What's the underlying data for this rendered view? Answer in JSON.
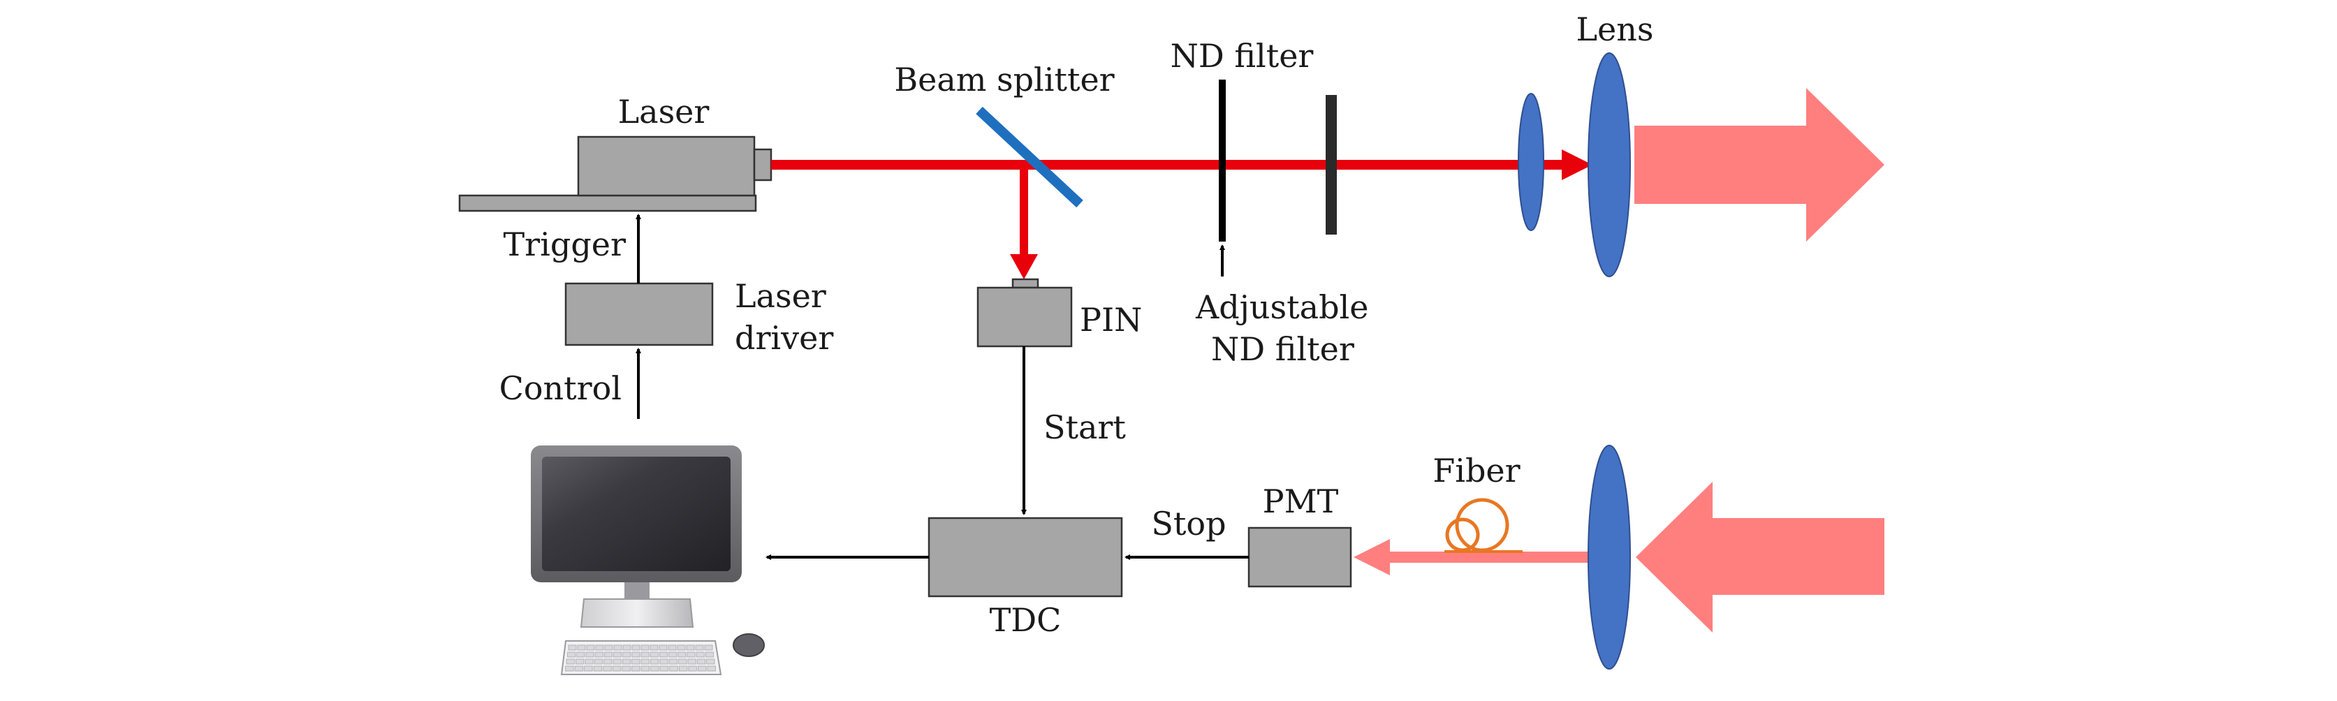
{
  "labels": {
    "laser": "Laser",
    "beam_splitter": "Beam splitter",
    "nd_filter": "ND filter",
    "lens": "Lens",
    "trigger": "Trigger",
    "laser_driver_line1": "Laser",
    "laser_driver_line2": "driver",
    "pin": "PIN",
    "adjustable_nd_line1": "Adjustable",
    "adjustable_nd_line2": "ND filter",
    "control": "Control",
    "start": "Start",
    "fiber": "Fiber",
    "pmt": "PMT",
    "stop": "Stop",
    "tdc": "TDC"
  },
  "colors": {
    "laser_beam": "#e8000b",
    "return_light": "#ff7f7f",
    "splitter": "#1f6fbf",
    "lens": "#4472c4",
    "lens_edge": "#2f4f8f",
    "fiber": "#e87722",
    "box_fill": "#a6a6a6",
    "wire": "#000000"
  },
  "icons": {
    "computer": "desktop-computer-icon",
    "keyboard": "keyboard-icon",
    "mouse": "mouse-icon"
  }
}
